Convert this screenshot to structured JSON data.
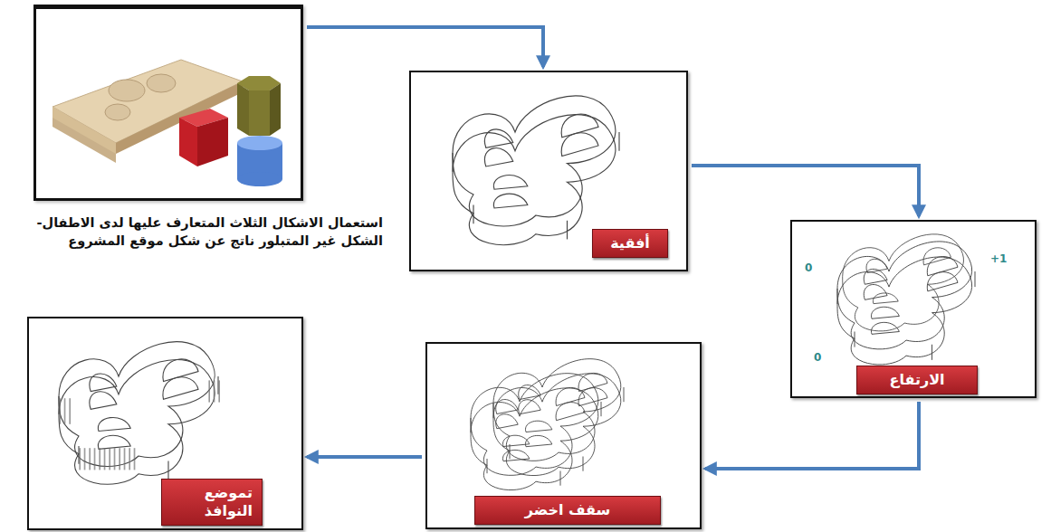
{
  "diagram": {
    "nodes": [
      {
        "text": [
          "استعمال الاشكال الثلاث المتعارف عليها لدى الاطفال- الشكل غير المتبلور ناتج عن شكل موقع المشروع"
        ]
      },
      {
        "text": [
          "أفقية"
        ]
      },
      {
        "text": [
          "الارتفاع"
        ]
      },
      {
        "text": [
          "سقف اخضر"
        ]
      },
      {
        "text": [
          "تموضع النوافذ"
        ]
      }
    ],
    "edges": [
      {
        "from": 0,
        "to": 1,
        "arrow": "to"
      },
      {
        "from": 1,
        "to": 2,
        "arrow": "to"
      },
      {
        "from": 2,
        "to": 3,
        "arrow": "to"
      },
      {
        "from": 3,
        "to": 4,
        "arrow": "to"
      }
    ],
    "labels": [
      "0",
      "+1",
      "0"
    ]
  }
}
